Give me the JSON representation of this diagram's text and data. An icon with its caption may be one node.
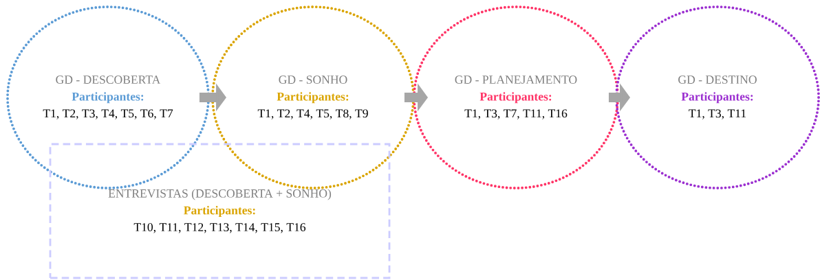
{
  "diagram": {
    "nodes": [
      {
        "text": [
          "GD - DESCOBERTA",
          "Participantes:",
          "T1, T2, T3, T4, T5, T6, T7"
        ]
      },
      {
        "text": [
          "GD - SONHO",
          "Participantes:",
          "T1, T2, T4, T5, T8, T9"
        ]
      },
      {
        "text": [
          "GD - PLANEJAMENTO",
          "Participantes:",
          "T1, T3, T7, T11, T16"
        ]
      },
      {
        "text": [
          "GD - DESTINO",
          "Participantes:",
          "T1, T3, T11"
        ]
      },
      {
        "text": [
          "ENTREVISTAS (DESCOBERTA + SONHO)",
          "Participantes:",
          "T10, T11, T12, T13, T14, T15, T16"
        ]
      }
    ],
    "edges": [
      {
        "from": 0,
        "to": 1,
        "arrow": "to"
      },
      {
        "from": 1,
        "to": 2,
        "arrow": "to"
      },
      {
        "from": 2,
        "to": 3,
        "arrow": "to"
      }
    ]
  }
}
